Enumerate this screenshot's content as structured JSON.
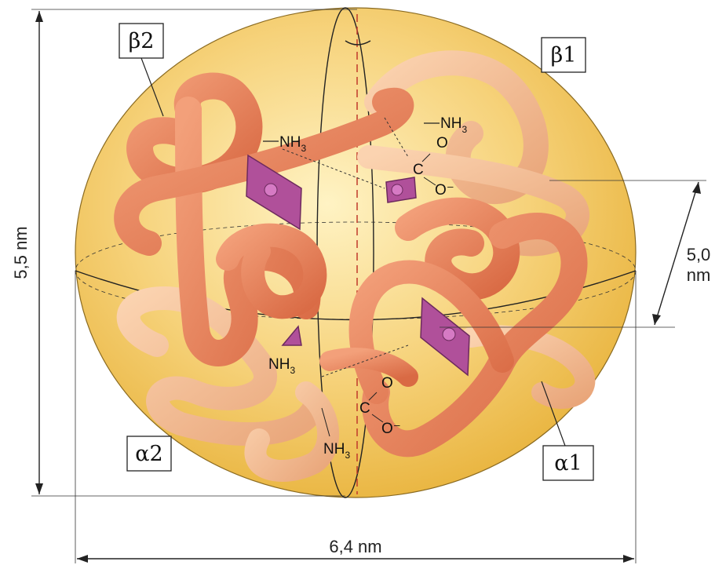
{
  "diagram": {
    "subunits": {
      "beta2": "β2",
      "beta1": "β1",
      "alpha2": "α2",
      "alpha1": "α1"
    },
    "dimensions": {
      "height": "5,5 nm",
      "width": "6,4 nm",
      "depth_line1": "5,0",
      "depth_line2": "nm"
    },
    "chemical_labels": {
      "nh3": "NH",
      "nh3_sub": "3",
      "carbon": "C",
      "oxygen": "O",
      "oxygen_minus": "O⁻"
    },
    "colors": {
      "sphere": "#f4c24a",
      "chain_dark": "#e8825a",
      "chain_light": "#f2b48a",
      "heme": "#b0509a"
    }
  }
}
